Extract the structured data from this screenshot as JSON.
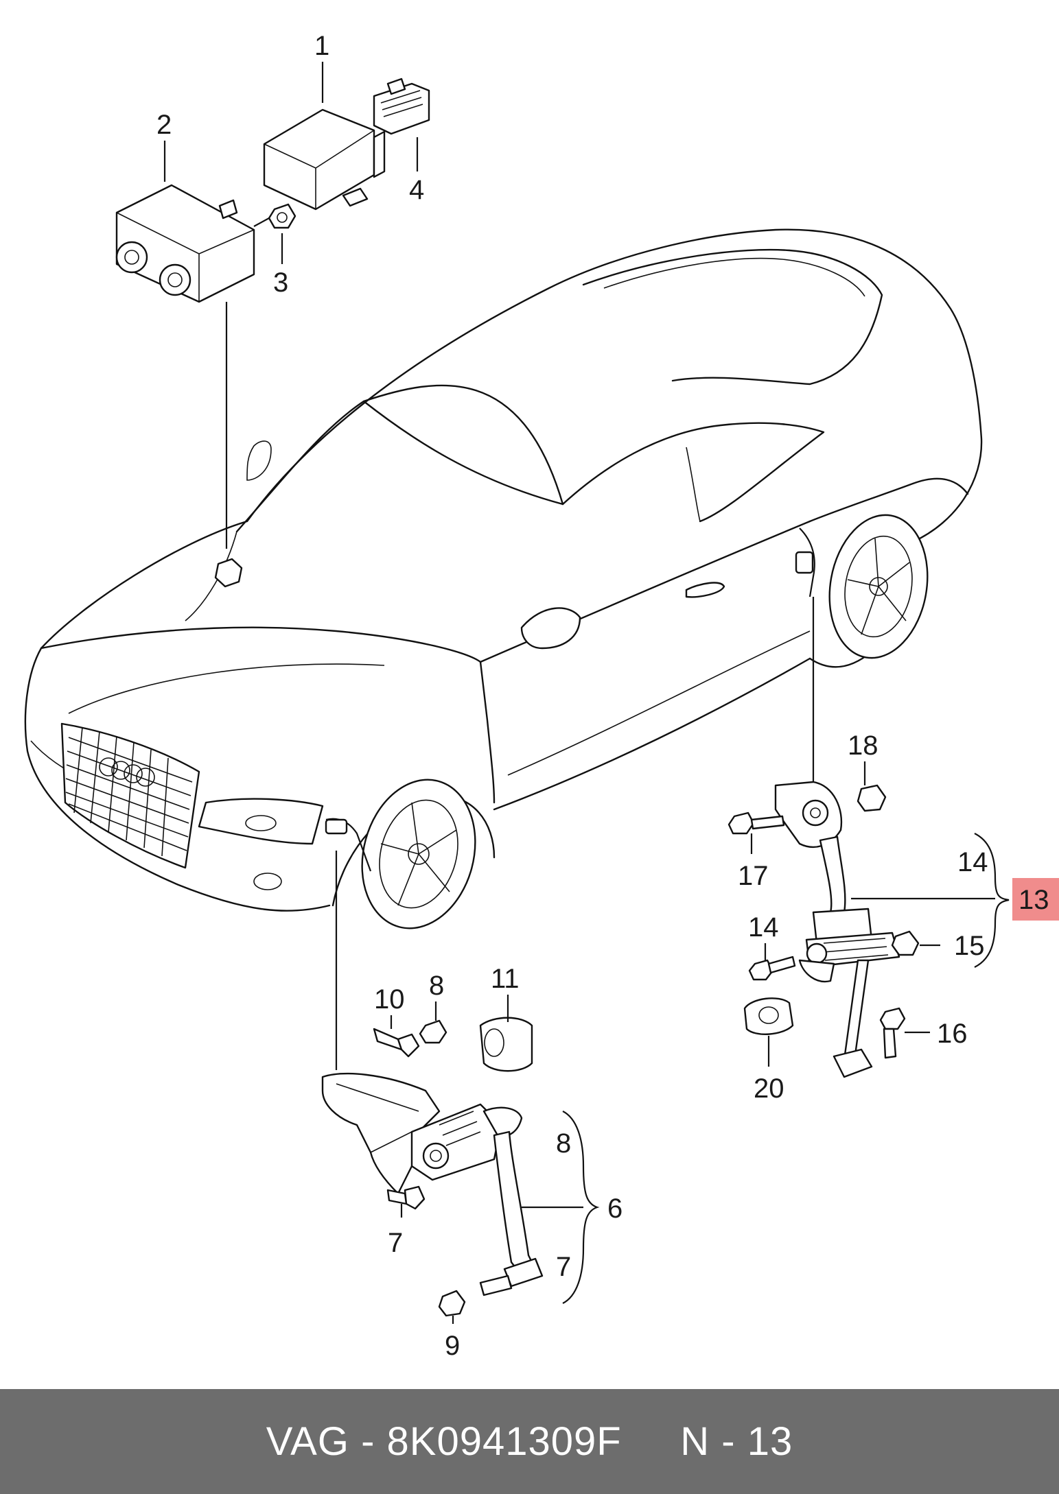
{
  "diagram": {
    "callouts": {
      "c1": "1",
      "c2": "2",
      "c3": "3",
      "c4": "4",
      "c6": "6",
      "c7a": "7",
      "c7b": "7",
      "c8a": "8",
      "c8b": "8",
      "c9": "9",
      "c10": "10",
      "c11": "11",
      "c13": "13",
      "c14a": "14",
      "c14b": "14",
      "c15": "15",
      "c16": "16",
      "c17": "17",
      "c18": "18",
      "c20": "20"
    },
    "highlight": {
      "label": "13",
      "color": "#f08c8c"
    }
  },
  "footer": {
    "brand": "VAG",
    "separator1": " - ",
    "part_number": "8K0941309F",
    "gap": "     ",
    "ref_prefix": "N",
    "separator2": " - ",
    "ref_number": "13",
    "bar_color": "#6d6d6d"
  }
}
